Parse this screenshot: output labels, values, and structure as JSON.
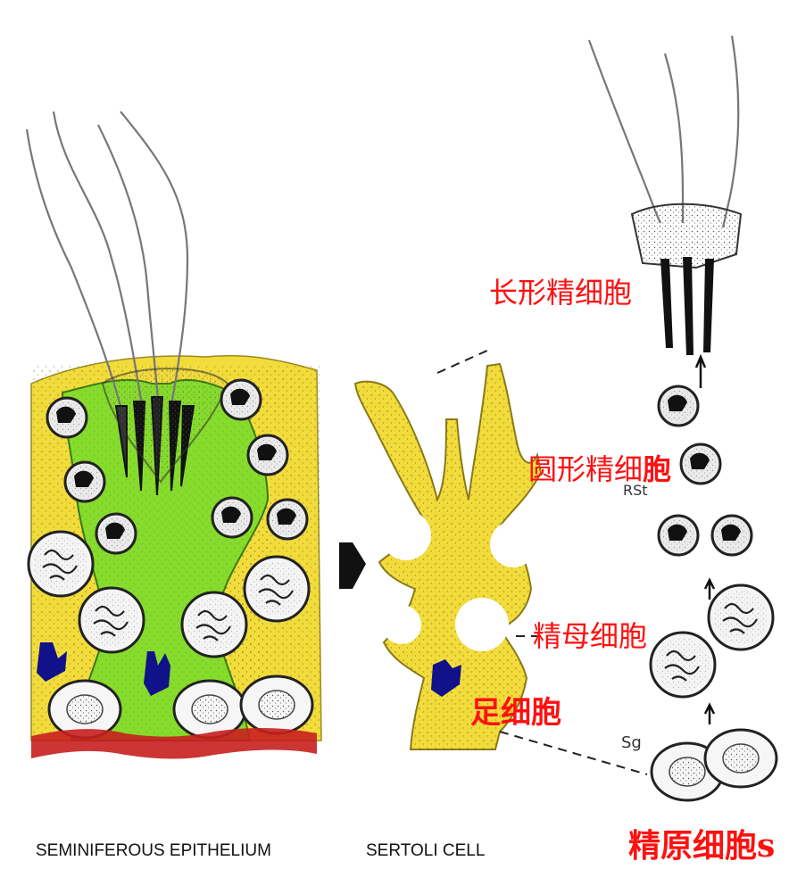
{
  "labels": {
    "elongated_spermatid": "长形精细胞",
    "round_spermatid": "圆形精细",
    "round_spermatid_last": "胞",
    "spermatocyte": "精母细胞",
    "sertoli": "足细胞",
    "spermatogonia": "精原细胞s",
    "sg_tag": "Sg",
    "rst_tag": "RSt"
  },
  "captions": {
    "epithelium": "SEMINIFEROUS    EPITHELIUM",
    "sertoli_cell": "SERTOLI   CELL"
  },
  "colors": {
    "label_red": "#ff1010",
    "sertoli_yellow": "#f2dc3c",
    "cytoplasm_green": "#86dc2c",
    "nucleus_blue": "#11118a",
    "basement_red": "#c81e1e"
  }
}
